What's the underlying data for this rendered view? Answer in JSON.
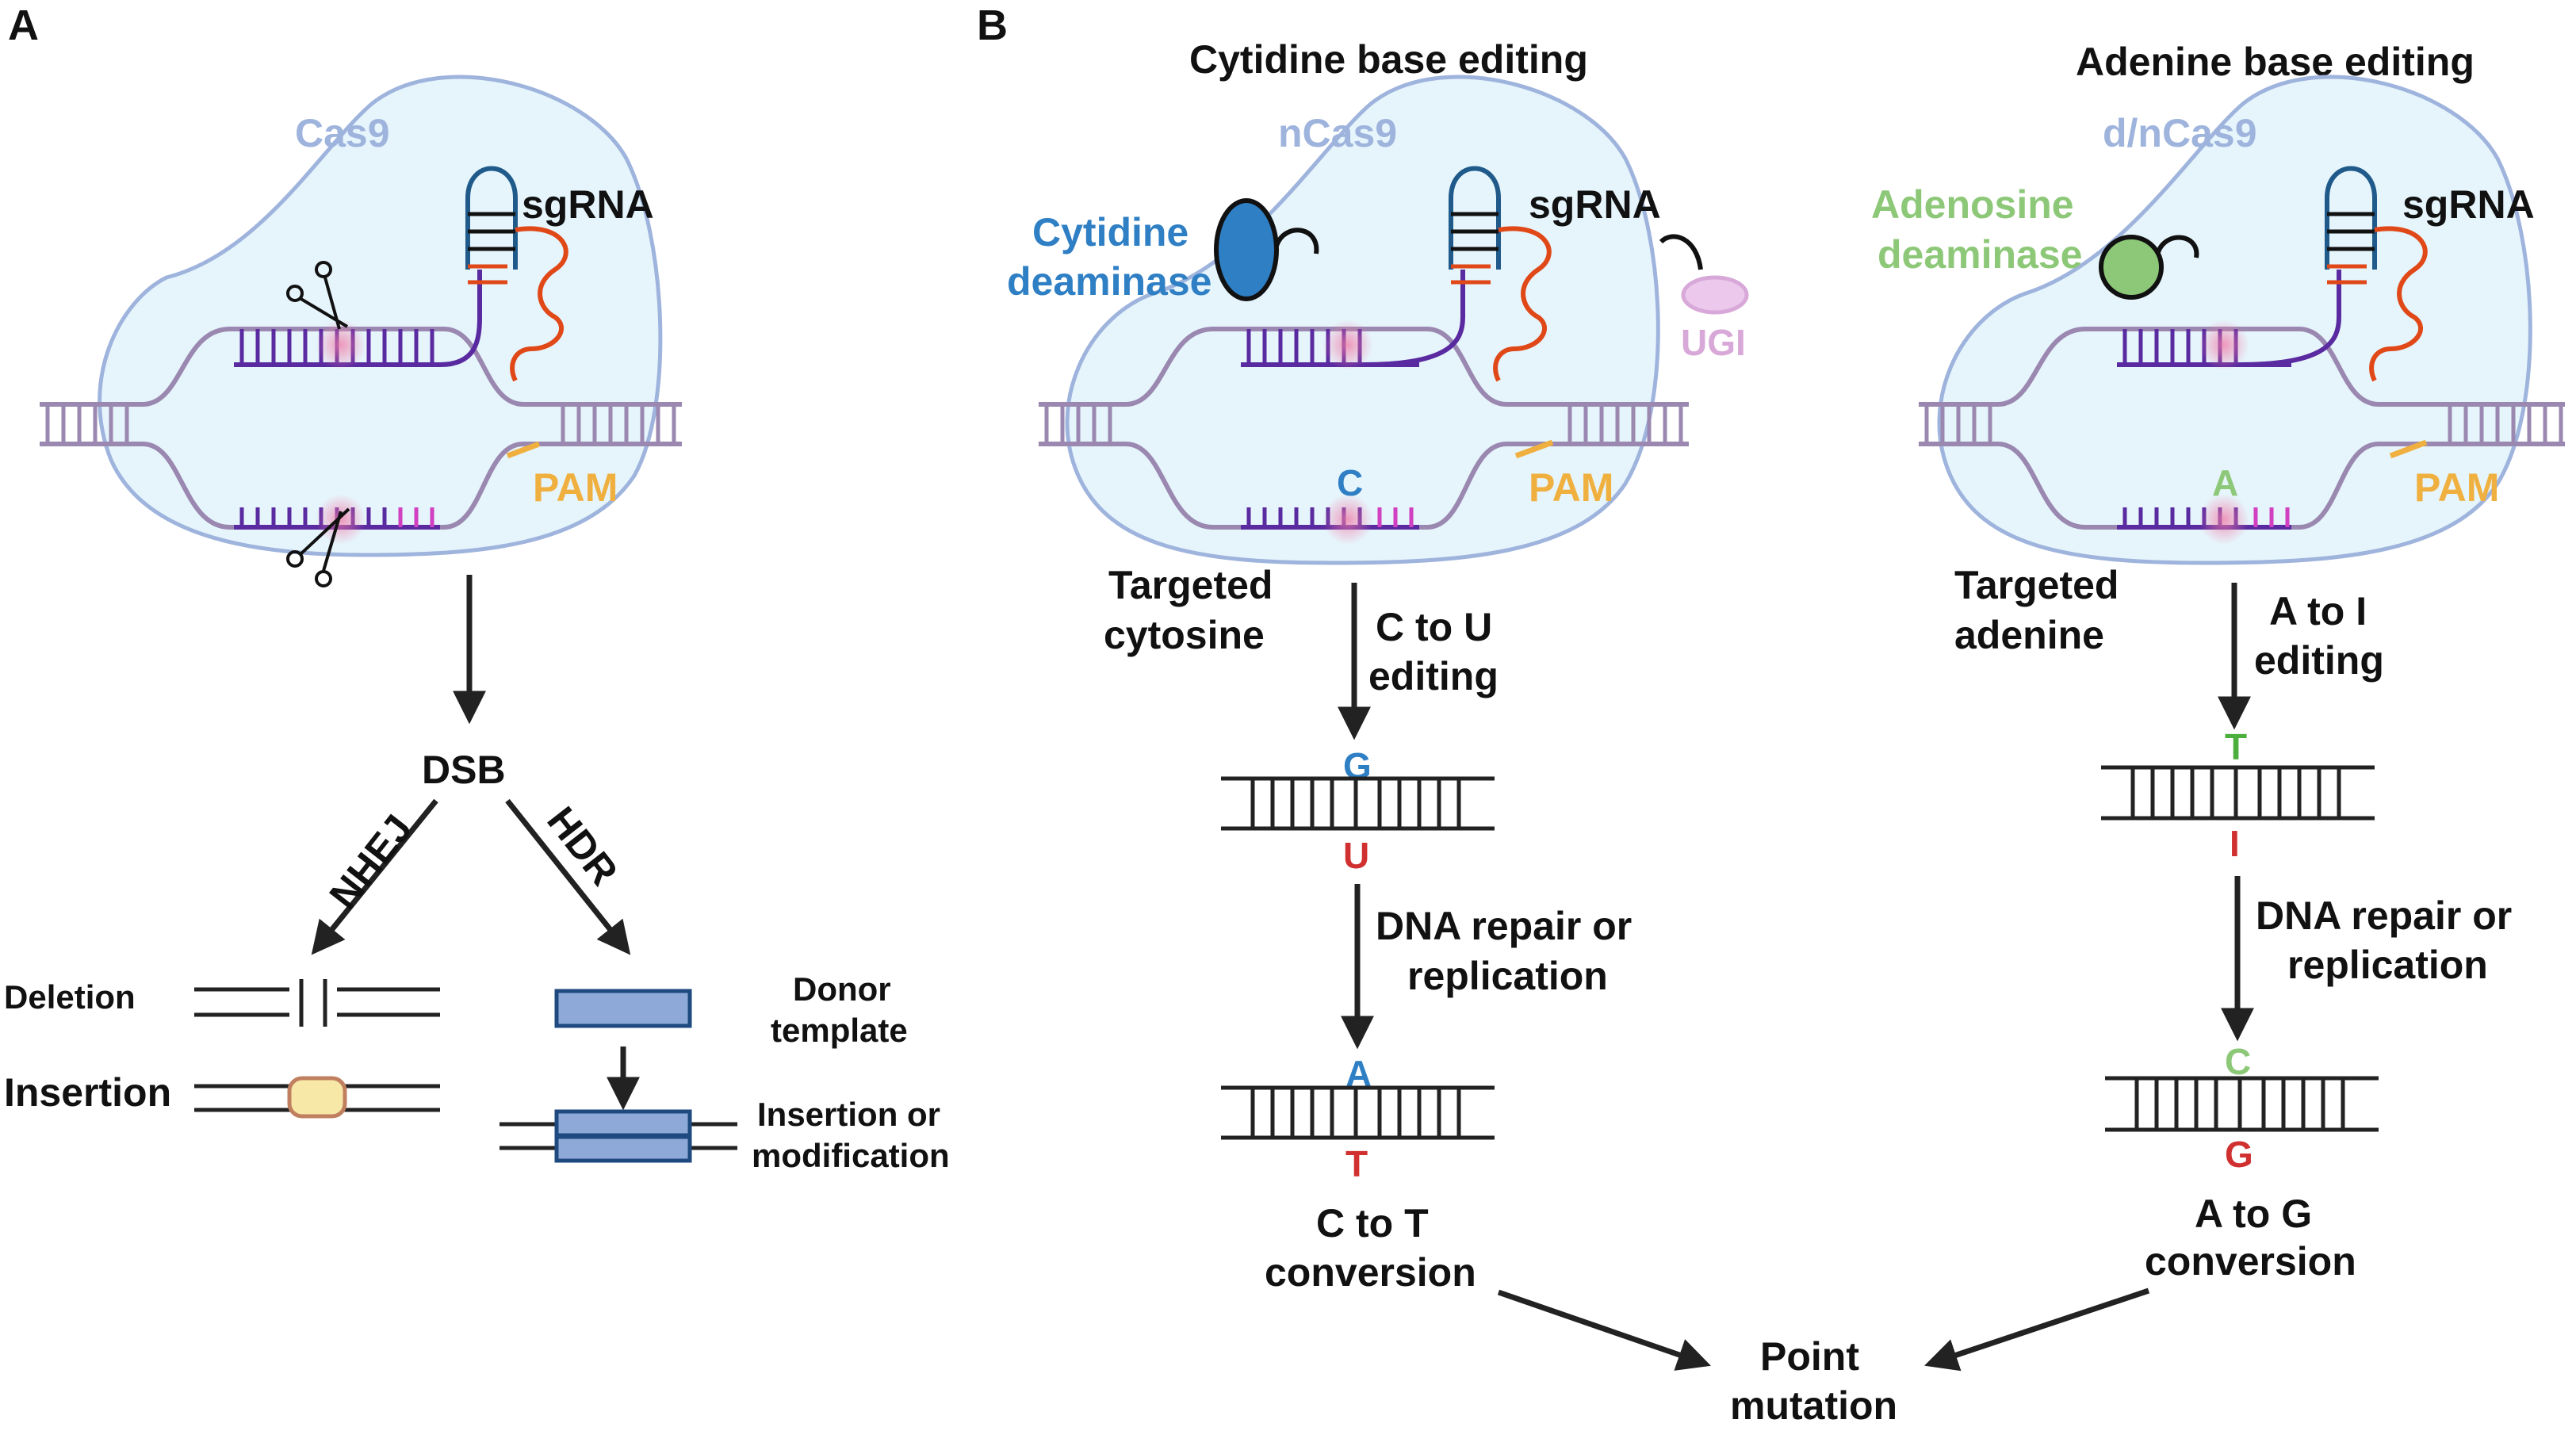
{
  "panels": {
    "a": "A",
    "b": "B"
  },
  "panel_a": {
    "protein": "Cas9",
    "sgrna": "sgRNA",
    "pam": "PAM",
    "dsb": "DSB",
    "nhej": "NHEJ",
    "hdr": "HDR",
    "deletion": "Deletion",
    "insertion": "Insertion",
    "donor_line1": "Donor",
    "donor_line2": "template",
    "result_line1": "Insertion or",
    "result_line2": "modification"
  },
  "panel_cbe": {
    "title": "Cytidine base editing",
    "protein": "nCas9",
    "enzyme_line1": "Cytidine",
    "enzyme_line2": "deaminase",
    "sgrna": "sgRNA",
    "ugi": "UGI",
    "pam": "PAM",
    "target_base": "C",
    "target_line1": "Targeted",
    "target_line2": "cytosine",
    "step1_line1": "C to U",
    "step1_line2": "editing",
    "mid_top": "G",
    "mid_bottom": "U",
    "step2_line1": "DNA repair or",
    "step2_line2": "replication",
    "end_top": "A",
    "end_bottom": "T",
    "result_line1": "C to T",
    "result_line2": "conversion"
  },
  "panel_abe": {
    "title": "Adenine base editing",
    "protein": "d/nCas9",
    "enzyme_line1": "Adenosine",
    "enzyme_line2": "deaminase",
    "sgrna": "sgRNA",
    "pam": "PAM",
    "target_base": "A",
    "target_line1": "Targeted",
    "target_line2": "adenine",
    "step1_line1": "A to I",
    "step1_line2": "editing",
    "mid_top": "T",
    "mid_bottom": "I",
    "step2_line1": "DNA repair or",
    "step2_line2": "replication",
    "end_top": "C",
    "end_bottom": "G",
    "result_line1": "A to G",
    "result_line2": "conversion"
  },
  "outcome": {
    "line1": "Point",
    "line2": "mutation"
  },
  "colors": {
    "protein_fill": "#e6f5fc",
    "protein_stroke": "#9fb4dd",
    "dna_strand": "#9a88b0",
    "guide_purple": "#5a2aa0",
    "pam_magenta": "#d040c0",
    "rna_red": "#e04818",
    "rna_blue": "#1f5a8a",
    "cytidine_deaminase": "#2f7fc4",
    "adenosine_deaminase": "#8dc878",
    "ugi": "#d8a8d8",
    "donor_box": "#8ea9d8",
    "insertion_box": "#f8e8a8"
  }
}
